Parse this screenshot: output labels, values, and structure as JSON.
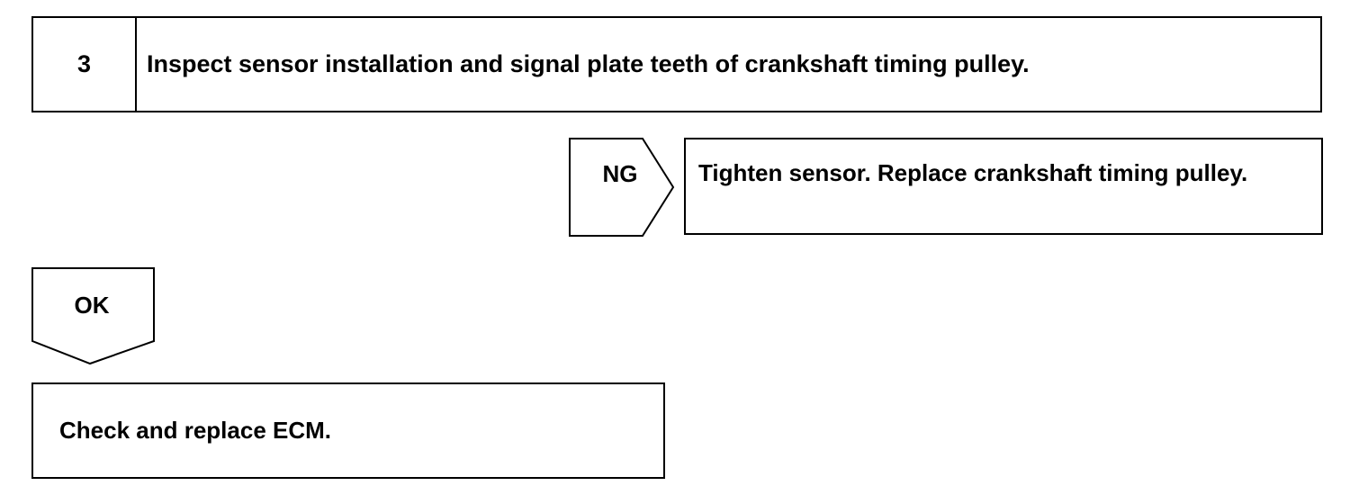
{
  "step": {
    "number": "3",
    "title": "Inspect sensor installation and signal plate teeth of crankshaft timing pulley."
  },
  "ng_branch": {
    "label": "NG",
    "action": "Tighten sensor. Replace crankshaft timing pulley."
  },
  "ok_branch": {
    "label": "OK",
    "action": "Check and replace ECM."
  }
}
